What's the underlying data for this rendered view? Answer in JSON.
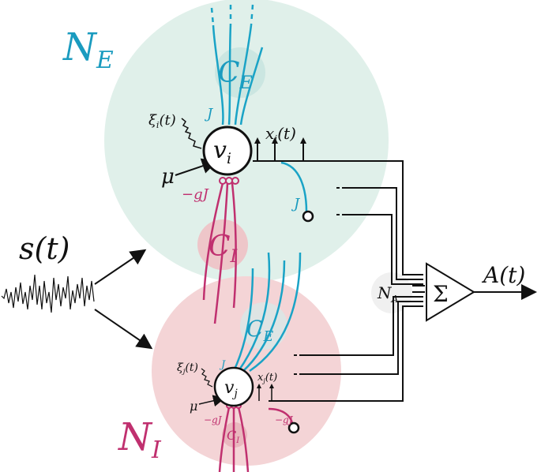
{
  "populations": {
    "excitatory": {
      "label": "N",
      "sub": "E",
      "color": "#e0f0ea",
      "label_color": "#1a9bbf"
    },
    "inhibitory": {
      "label": "N",
      "sub": "I",
      "color": "#f4d4d6",
      "label_color": "#c0306f"
    }
  },
  "connections": {
    "CE_main": {
      "label": "C",
      "sub": "E"
    },
    "CI_main": {
      "label": "C",
      "sub": "I"
    },
    "CE_inh": {
      "label": "C",
      "sub": "E"
    },
    "CI_inh": {
      "label": "C",
      "sub": "I"
    }
  },
  "neurons": {
    "vi": {
      "label": "v",
      "sub": "i"
    },
    "vj": {
      "label": "v",
      "sub": "j"
    }
  },
  "labels": {
    "xi_noise_i": "ξ",
    "xi_noise_i_sub": "i",
    "xi_noise_i_arg": "(t)",
    "xi_noise_j": "ξ",
    "xi_noise_j_sub": "j",
    "xi_noise_j_arg": "(t)",
    "J": "J",
    "negJ": "−gJ",
    "mu": "μ",
    "xi_spike": "x",
    "xi_spike_sub": "i",
    "xi_spike_arg": "(t)",
    "xj_spike": "x",
    "xj_spike_sub": "j",
    "xj_spike_arg": "(t)",
    "stimulus": "s(t)",
    "NA": "N",
    "NA_sub": "A",
    "sum_symbol": "Σ",
    "output": "A(t)"
  },
  "colors": {
    "excitatory_line": "#1aa3c6",
    "inhibitory_line": "#c0306f",
    "black": "#111111"
  }
}
